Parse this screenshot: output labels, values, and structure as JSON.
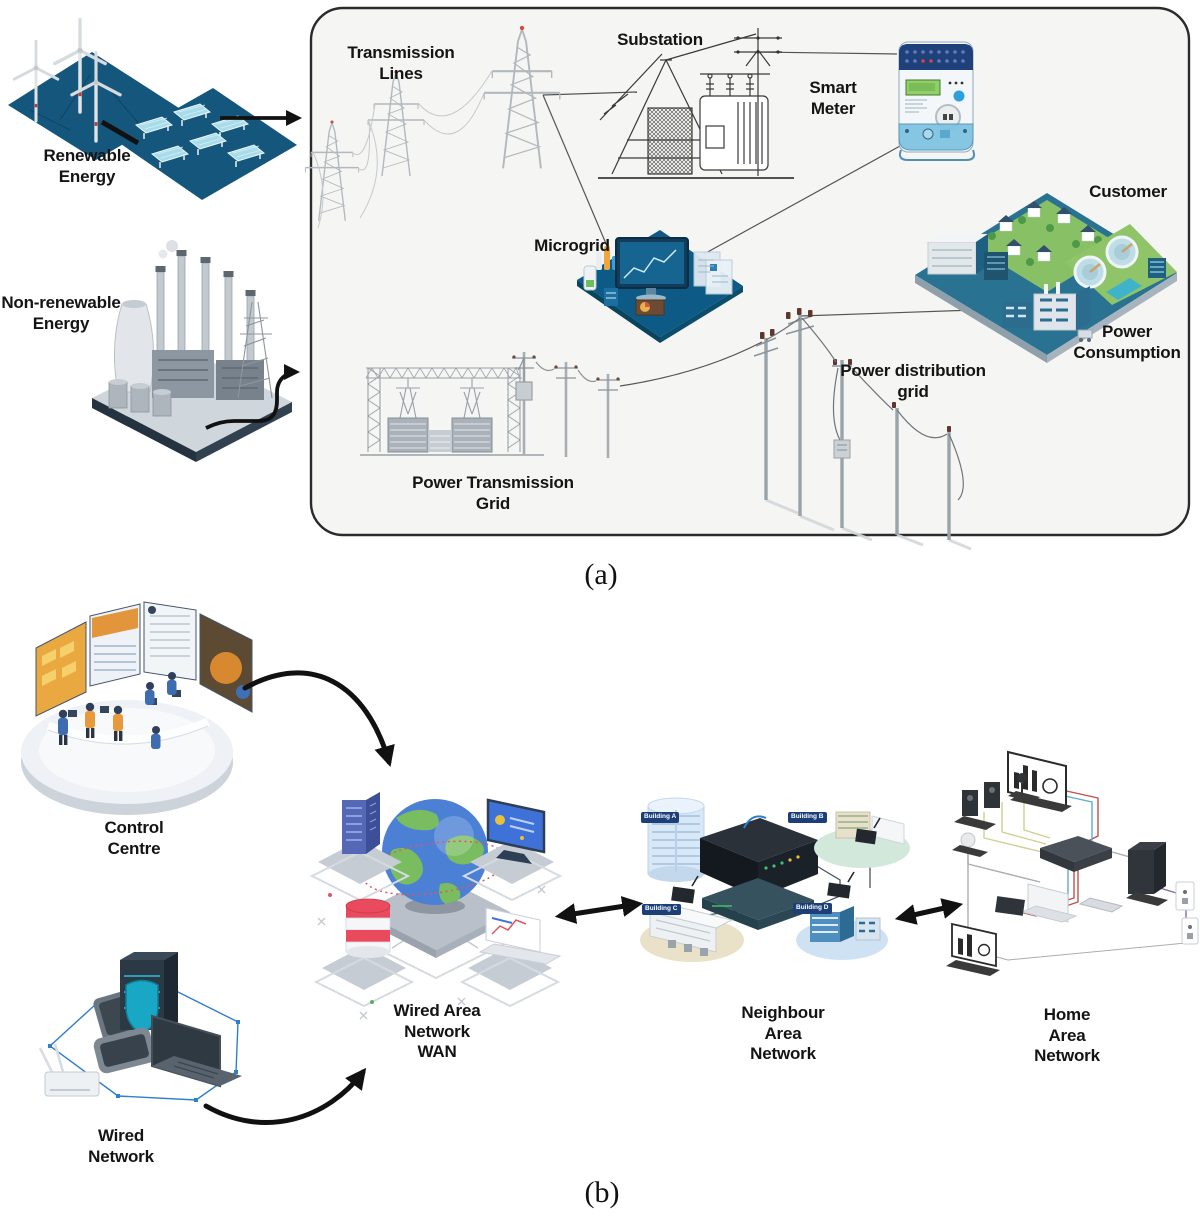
{
  "figure": {
    "panel_a": {
      "caption": "(a)",
      "labels": {
        "renewable": "Renewable\nEnergy",
        "nonrenewable": "Non-renewable\nEnergy",
        "transmission_lines": "Transmission\nLines",
        "substation": "Substation",
        "smart_meter": "Smart\nMeter",
        "microgrid": "Microgrid",
        "customer": "Customer",
        "power_consumption": "Power\nConsumption",
        "power_distribution_grid": "Power distribution\ngrid",
        "power_transmission_grid": "Power Transmission\nGrid"
      }
    },
    "panel_b": {
      "caption": "(b)",
      "labels": {
        "control_centre": "Control\nCentre",
        "wired_network": "Wired\nNetwork",
        "wan": "Wired Area\nNetwork\nWAN",
        "nan": "Neighbour\nArea\nNetwork",
        "han": "Home\nArea\nNetwork"
      },
      "building_tags": [
        {
          "label": "Building A"
        },
        {
          "label": "Building B"
        },
        {
          "label": "Building C"
        },
        {
          "label": "Building D"
        }
      ]
    },
    "illustrations": [
      "wind-turbine-farm",
      "solar-panel-farm",
      "fossil-power-plant",
      "transmission-towers",
      "substation-drawing",
      "smart-meter-device",
      "microgrid-platform",
      "customer-city-block",
      "power-transmission-gantry",
      "distribution-poles",
      "control-room",
      "wired-devices-cluster",
      "wan-globe-platform",
      "nan-switch-buildings",
      "han-home-devices"
    ],
    "colors": {
      "panel_background": "#f5f5f3",
      "panel_border": "#2b2b2b",
      "platform_blue": "#0f5880",
      "arrow": "#111111",
      "label_text": "#141414",
      "building_tag_bg": "#1c3f77",
      "globe_ocean": "#4b80d5",
      "globe_land": "#79bd60",
      "database_red": "#e94a5e",
      "shield_teal": "#18a7c4",
      "screen_orange": "#e9a940"
    }
  }
}
